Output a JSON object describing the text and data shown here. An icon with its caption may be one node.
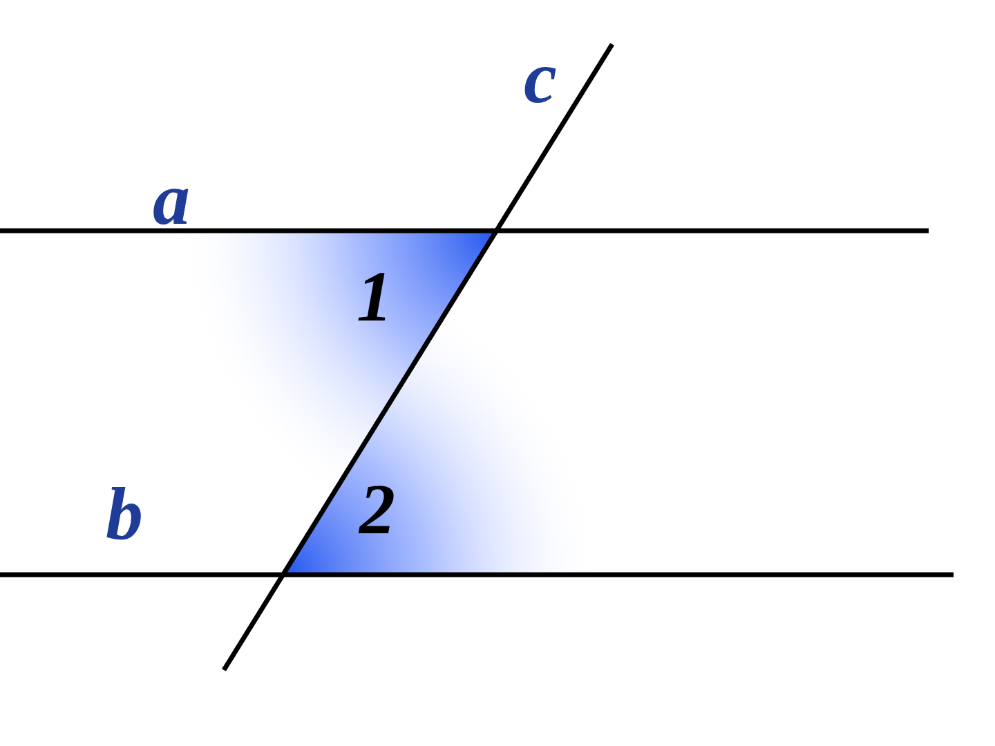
{
  "diagram": {
    "labels": [
      "c",
      "a",
      "1",
      "b",
      "2"
    ]
  }
}
